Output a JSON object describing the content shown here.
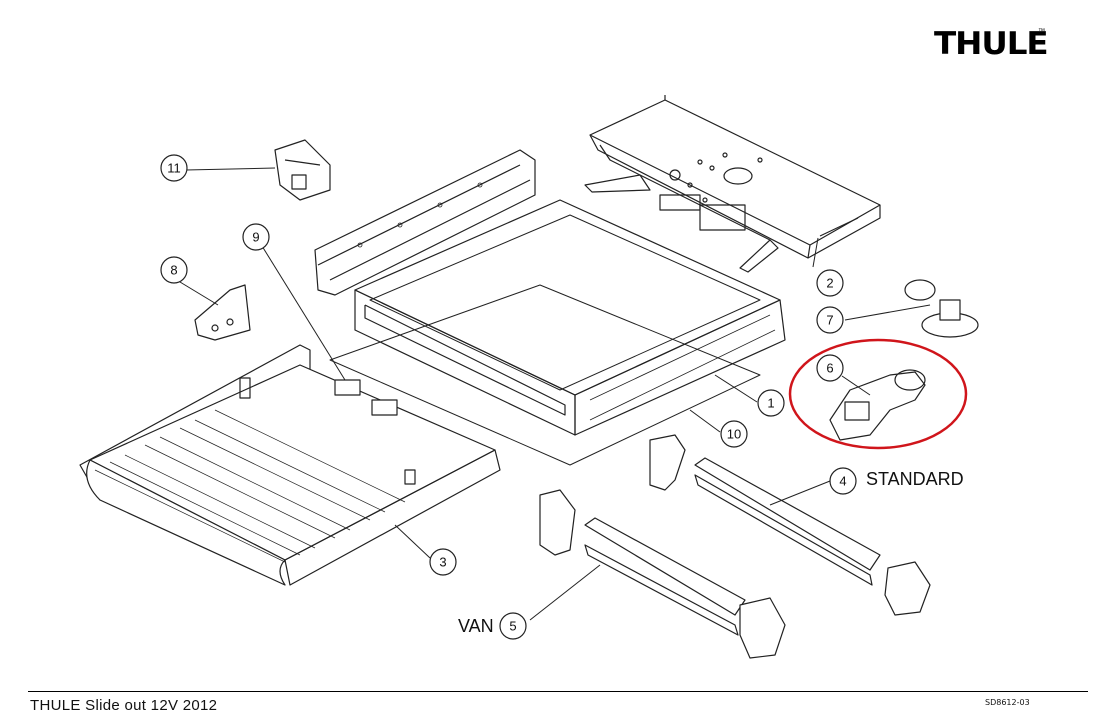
{
  "brand": "THULE",
  "brand_mark": "™",
  "footer": {
    "title": "THULE Slide out 12V 2012",
    "code": "SD8612-03"
  },
  "variants": {
    "standard": "STANDARD",
    "van": "VAN"
  },
  "callouts": [
    "1",
    "2",
    "3",
    "4",
    "5",
    "6",
    "7",
    "8",
    "9",
    "10",
    "11"
  ],
  "highlight_color": "#d0151b"
}
